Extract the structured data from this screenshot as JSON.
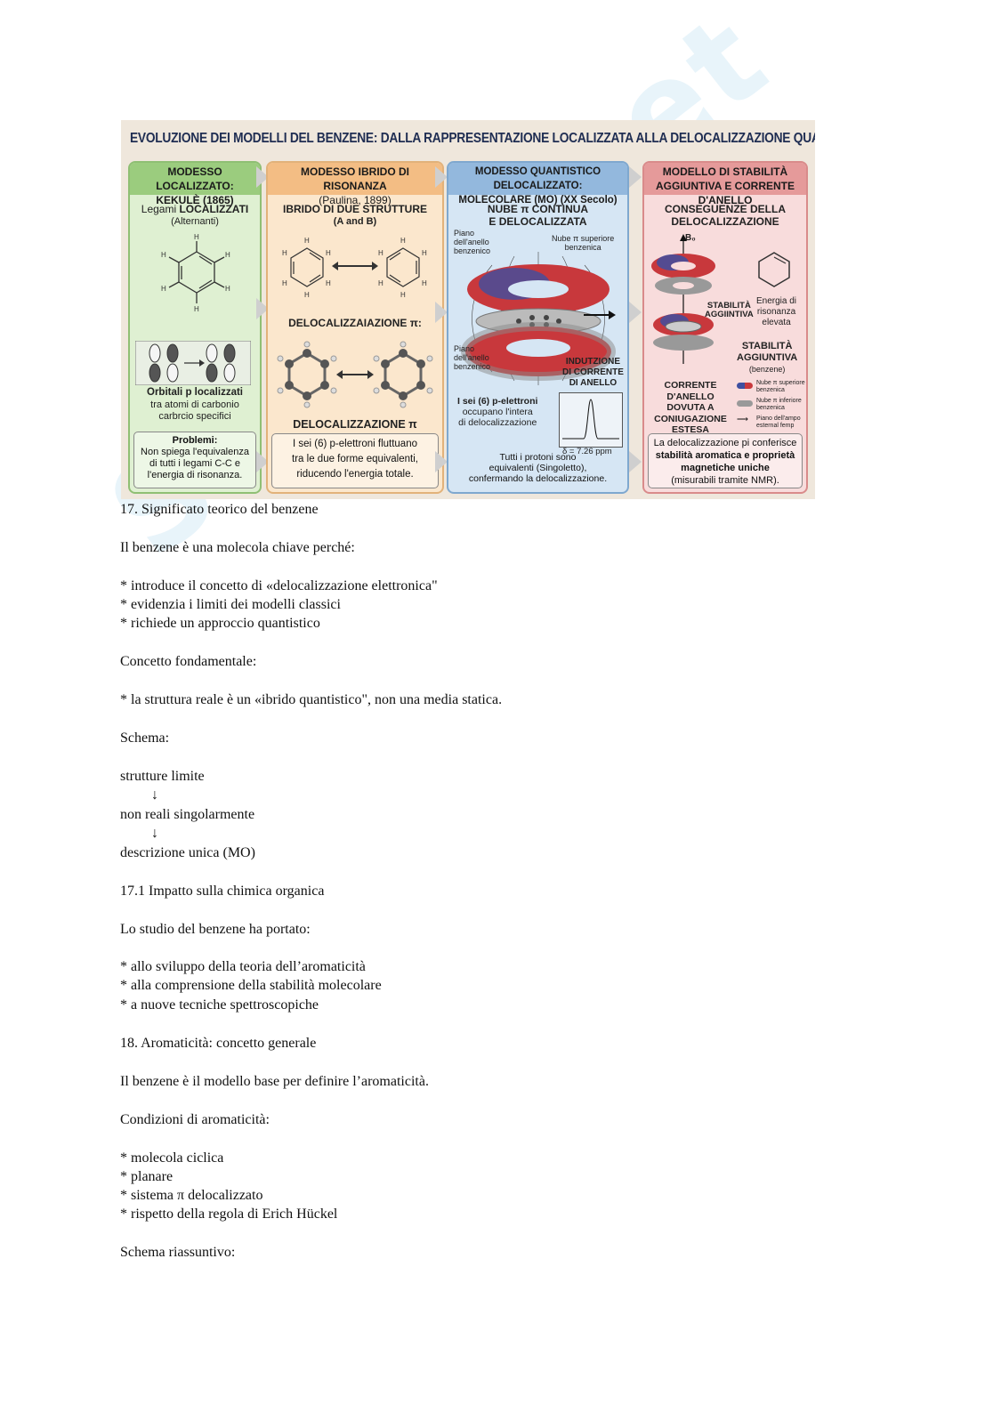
{
  "watermark": {
    "text": "Skuola.net"
  },
  "figure": {
    "title": "EVOLUZIONE DEI MODELLI DEL BENZENE: DALLA RAPPRESENTAZIONE LOCALIZZATA ALLA DELOCALIZZAZIONE QUANTISTICA",
    "panel1": {
      "header_line1": "MODESSO LOCALIZZATO:",
      "header_line2": "KEKULÈ (1865)",
      "bonds_label_a": "Legami ",
      "bonds_label_b": "LOCALIZZATI",
      "bonds_sub": "(Alternanti)",
      "orbitals_label": "Orbitali p localizzati",
      "orbitals_sub1": "tra atomi di carbonio",
      "orbitals_sub2": "carbrcio specifici",
      "problems_title": "Problemi:",
      "problems_text1": "Non spiega l'equivalenza",
      "problems_text2": "di tutti i legami C-C e",
      "problems_text3": "l'energia di risonanza."
    },
    "panel2": {
      "header_line1": "MODESSO IBRIDO DI RISONANZA",
      "header_line2": "(Paulina, 1899)",
      "hybrid_title": "IBRIDO DI DUE STRUTTURE",
      "hybrid_sub": "(A and B)",
      "deloc_label1": "DELOCALIZZAIAZIONE π:",
      "deloc_label2": "DELOCALIZZAZIONE π",
      "note1": "I sei (6) p-elettroni fluttuano",
      "note2": "tra le due forme equivalenti,",
      "note3": "riducendo l'energia totale."
    },
    "panel3": {
      "header_line1": "MODESSO QUANTISTICO DELOCALIZZATO:",
      "header_line2": "MOLECOLARE (MO) (XX Secolo)",
      "cloud_title1": "NUBE π CONTINUA",
      "cloud_title2": "E DELOCALIZZATA",
      "plane_top1": "Piano",
      "plane_top2": "dell'anello",
      "plane_top3": "benzenico",
      "upper_cloud1": "Nube π superiore",
      "upper_cloud2": "benzenica",
      "plane_bot1": "Piano",
      "plane_bot2": "dell'anello",
      "plane_bot3": "benzenico",
      "induction1": "INDUTZIONE",
      "induction2": "DI CORRENTE",
      "induction3": "DI ANELLO",
      "electrons1": "I sei (6) p-elettroni",
      "electrons2": "occupano l'intera",
      "electrons3": "di delocalizzazione",
      "nmr_label": "δ = 7.26 ppm",
      "note1": "Tutti i protoni sono",
      "note2": "equivalenti (Singoletto),",
      "note3": "confermando la delocalizzazione."
    },
    "panel4": {
      "header_line1": "MODELLO DI STABILITÀ",
      "header_line2": "AGGIUNTIVA E CORRENTE D'ANELLO",
      "cons_title1": "CONSEGUENZE DELLA",
      "cons_title2": "DELOCALIZZAZIONE",
      "field_label": "B₀",
      "stab1a": "STABILITÀ",
      "stab1b": "AGGIINTIVA",
      "energy1": "Energia di",
      "energy2": "risonanza",
      "energy3": "elevata",
      "stab2a": "STABILITÀ",
      "stab2b": "AGGIUNTIVA",
      "stab2c": "(benzene)",
      "current1": "CORRENTE",
      "current2": "D'ANELLO",
      "current3": "DOVUTA A",
      "current4": "CONIUGAZIONE",
      "current5": "ESTESA",
      "legend1": "Nube π superiore benzenica",
      "legend2": "Nube π inferiore benzenica",
      "legend3": "Piano dell'ampo esternal femp",
      "note1": "La delocalizzazione pi conferisce",
      "note2": "stabilità aromatica e proprietà",
      "note3": "magnetiche uniche",
      "note4": "(misurabili tramite NMR)."
    }
  },
  "text": {
    "l01": "17. Significato teorico del benzene",
    "l02": "Il benzene è una molecola chiave perché:",
    "l03": "* introduce il concetto di «delocalizzazione elettronica\"",
    "l04": "* evidenzia i limiti dei modelli classici",
    "l05": "* richiede un approccio quantistico",
    "l06": "Concetto fondamentale:",
    "l07": "* la struttura reale è un «ibrido quantistico\", non una media statica.",
    "l08": "Schema:",
    "l09": "strutture limite",
    "l10": "↓",
    "l11": "non reali singolarmente",
    "l12": "↓",
    "l13": "descrizione unica (MO)",
    "l14": "17.1 Impatto sulla chimica organica",
    "l15": "Lo studio del benzene ha portato:",
    "l16": "* allo sviluppo della teoria dell’aromaticità",
    "l17": "* alla comprensione della stabilità molecolare",
    "l18": "* a nuove tecniche spettroscopiche",
    "l19": "18. Aromaticità: concetto generale",
    "l20": "Il benzene è il modello base per definire l’aromaticità.",
    "l21": "Condizioni di aromaticità:",
    "l22": "* molecola ciclica",
    "l23": "* planare",
    "l24": "* sistema π delocalizzato",
    "l25": "* rispetto della regola di Erich Hückel",
    "l26": "Schema riassuntivo:"
  }
}
